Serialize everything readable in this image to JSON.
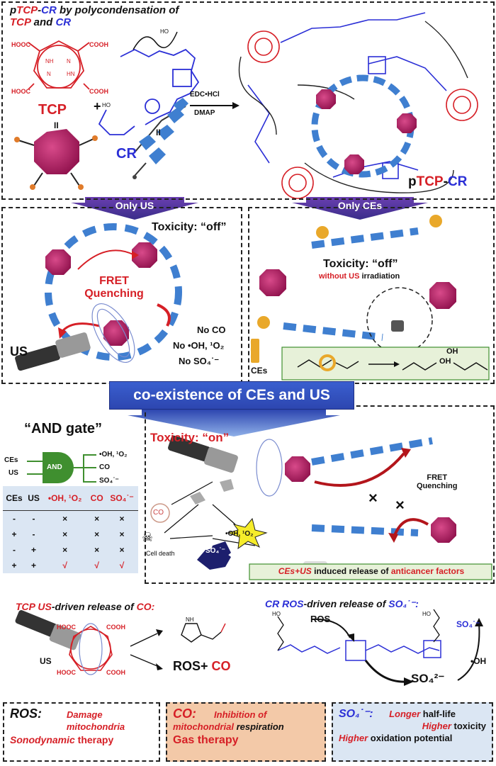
{
  "top": {
    "title_p": "p",
    "title_tcp": "TCP",
    "title_dash": "-",
    "title_cr": "CR",
    "title_rest": " by polycondensation of",
    "title_line2_tcp": "TCP",
    "title_line2_and": " and ",
    "title_line2_cr": "CR",
    "tcp_label": "TCP",
    "cr_label": "CR",
    "plus": "+",
    "reagent1": "EDC•HCl",
    "reagent2": "DMAP",
    "product_p": "p",
    "product_tcp": "TCP",
    "product_dash": "-",
    "product_cr": "CR",
    "cooh": [
      "HOOC",
      "COOH",
      "HOOC",
      "COOH"
    ],
    "nh": [
      "NH",
      "N",
      "N",
      "HN"
    ],
    "eq_sign": "II",
    "ho": "HO"
  },
  "arrows": {
    "only_us": "Only US",
    "only_ces": "Only CEs",
    "coexistence": "co-existence of CEs and US"
  },
  "left_panel": {
    "toxicity": "Toxicity: “off”",
    "fret": "FRET",
    "quenching": "Quenching",
    "us": "US",
    "no_co": "No CO",
    "no_oh": "No •OH, ¹O₂",
    "no_so4": "No SO₄˙⁻"
  },
  "right_panel": {
    "toxicity": "Toxicity: “off”",
    "without_a": "without ",
    "without_us": "US",
    "without_b": " irradiation",
    "ces": "CEs",
    "oh": "OH",
    "oh2": "OH"
  },
  "gate": {
    "title": "“AND gate”",
    "in1": "CEs",
    "in2": "US",
    "gate_label": "AND",
    "out1": "•OH, ¹O₂",
    "out2": "CO",
    "out3": "SO₄˙⁻"
  },
  "truth_table": {
    "headers": [
      "CEs",
      "US",
      "•OH, ¹O₂",
      "CO",
      "SO₄˙⁻"
    ],
    "rows": [
      [
        "-",
        "-",
        "×",
        "×",
        "×"
      ],
      [
        "+",
        "-",
        "×",
        "×",
        "×"
      ],
      [
        "-",
        "+",
        "×",
        "×",
        "×"
      ],
      [
        "+",
        "+",
        "√",
        "√",
        "√"
      ]
    ]
  },
  "on_panel": {
    "toxicity": "Toxicity: “on”",
    "co": "CO",
    "oh": "•OH, ¹O₂",
    "so4": "SO₄˙⁻",
    "cell_death": "Cell death",
    "fret": "FRET",
    "quenching": "Quenching",
    "release_a": "CEs+US",
    "release_b": " induced release of ",
    "release_c": "anticancer factors"
  },
  "co_panel": {
    "title_a": "TCP",
    "title_b": " US",
    "title_c": "-driven release of ",
    "title_d": "CO:",
    "us": "US",
    "result_a": "ROS+ ",
    "result_b": "CO",
    "cooh": [
      "HOOC",
      "COOH",
      "HOOC",
      "COOH"
    ],
    "nh": "NH"
  },
  "so4_panel": {
    "title_a": "CR ROS",
    "title_b": "-driven release of ",
    "title_c": "SO₄˙⁻:",
    "ros": "ROS",
    "so4_rad": "SO₄˙⁻",
    "so42": "SO₄²⁻",
    "oh_rad": "•OH",
    "ho": "HO"
  },
  "bottom": {
    "ros_label": "ROS:",
    "ros_1": "Damage",
    "ros_2": "mitochondria",
    "ros_3a": "Sonodynamic",
    "ros_3b": " therapy",
    "co_label": "CO:",
    "co_1": "Inhibition of",
    "co_2a": "mitochondrial",
    "co_2b": " respiration",
    "co_3": "Gas therapy",
    "so4_label": "SO₄˙⁻:",
    "so4_1a": "Longer",
    "so4_1b": " half-life",
    "so4_2a": "Higher",
    "so4_2b": " toxicity",
    "so4_3a": "Higher",
    "so4_3b": " oxidation potential"
  },
  "colors": {
    "red": "#d61f26",
    "blue": "#2b2fd6",
    "magenta": "#b0175e",
    "segment_blue": "#3f7fd0",
    "banner_blue": "#3a5fcf",
    "peach": "#f6e1d3",
    "lightblue": "#e3ecf8",
    "green": "#3f8f2f"
  }
}
